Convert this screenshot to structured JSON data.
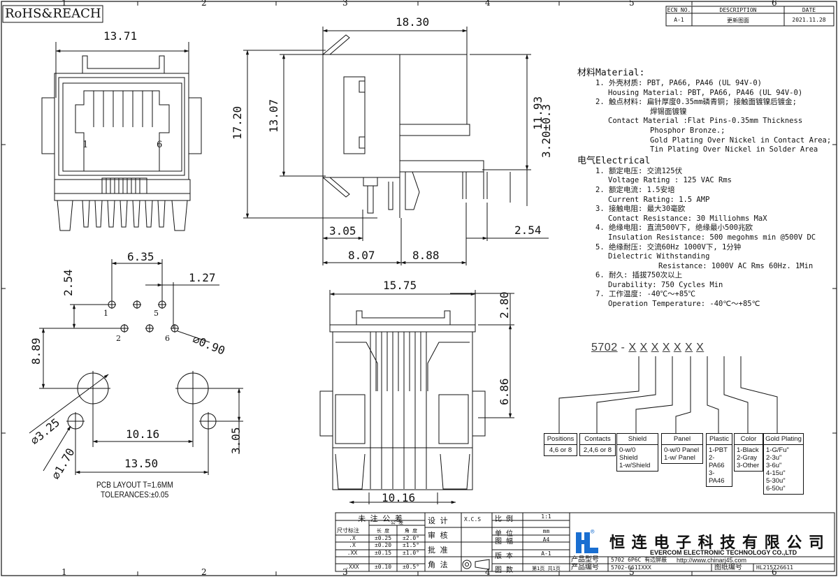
{
  "drawing": {
    "compliance": "RoHS&REACH",
    "ecn": {
      "headers": [
        "ECN NO.",
        "DESCRIPTION",
        "DATE"
      ],
      "row": [
        "A-1",
        "更新图面",
        "2021.11.28"
      ]
    },
    "zone_top": [
      "1",
      "2",
      "3",
      "4",
      "5",
      "6"
    ],
    "zone_bottom": [
      "1",
      "2",
      "3",
      "4",
      "5",
      "6"
    ]
  },
  "front_view": {
    "dim_width": "13.71",
    "pin_left": "1",
    "pin_right": "6"
  },
  "side_view": {
    "dim_length": "18.30",
    "dim_height": "17.20",
    "dim_body": "13.07",
    "dim_upper": "11.93",
    "dim_standoff": "3.20±0.3",
    "dim_305": "3.05",
    "dim_807": "8.07",
    "dim_888": "8.88",
    "dim_254": "2.54"
  },
  "pcb_layout": {
    "dim_635": "6.35",
    "dim_254": "2.54",
    "dim_127": "1.27",
    "dim_889": "8.89",
    "dim_hole": "⌀0.90",
    "dim_325": "⌀3.25",
    "dim_170": "⌀1.70",
    "dim_1016": "10.16",
    "dim_1350": "13.50",
    "dim_305": "3.05",
    "pins": [
      "1",
      "2",
      "5",
      "6"
    ],
    "note_title": "PCB LAYOUT  T=1.6MM",
    "note_tol": "TOLERANCES:±0.05"
  },
  "bottom_view": {
    "dim_width": "15.75",
    "dim_280": "2.80",
    "dim_686": "6.86",
    "dim_1016": "10.16"
  },
  "spec": {
    "material_title": "材料Material:",
    "m1_cn": "1. 外壳材质: PBT, PA66, PA46 (UL 94V-0)",
    "m1_en": "Housing Material: PBT, PA66, PA46 (UL 94V-0)",
    "m2_cn": "2. 触点材料: 扁针厚度0.35mm磷青铜; 接触面镀镍后镀金;",
    "m2_cn2": "焊锡面镀镍",
    "m2_en": "Contact Material :Flat Pins-0.35mm Thickness",
    "m2_en2": "Phosphor Bronze.;",
    "m2_en3": "Gold Plating Over Nickel in Contact Area;",
    "m2_en4": "Tin Plating Over Nickel in Solder Area",
    "electrical_title": "电气Electrical",
    "e1_cn": "1. 额定电压: 交流125伏",
    "e1_en": "Voltage Rating : 125 VAC Rms",
    "e2_cn": "2. 额定电流: 1.5安培",
    "e2_en": "Current Rating: 1.5 AMP",
    "e3_cn": "3. 接触电阻: 最大30毫欧",
    "e3_en": "Contact Resistance: 30 Milliohms MaX",
    "e4_cn": "4. 绝缘电阻: 直流500V下, 绝缘最小500兆欧",
    "e4_en": "Insulation Resistance: 500 megohms min @500V DC",
    "e5_cn": "5. 绝缘耐压: 交流60Hz 1000V下, 1分钟",
    "e5_en": "Dielectric Withstanding",
    "e5_en2": "Resistance: 1000V AC Rms 60Hz. 1Min",
    "e6_cn": "6. 耐久: 插拔750次以上",
    "e6_en": "Durability: 750 Cycles Min",
    "e7_cn": "7. 工作温度: -40℃～+85℃",
    "e7_en": "Operation Temperature: -40℃～+85℃"
  },
  "part_number": {
    "base": "5702",
    "sep": "-",
    "placeholders": [
      "X",
      "X",
      "X",
      "X",
      "X",
      "X",
      "X"
    ],
    "options": [
      {
        "title": "Positions",
        "values": [
          "4,6 or 8"
        ]
      },
      {
        "title": "Contacts",
        "values": [
          "2,4,6 or 8"
        ]
      },
      {
        "title": "Shield",
        "values": [
          "0-w/0 Shield",
          "1-w/Shield"
        ]
      },
      {
        "title": "Panel",
        "values": [
          "0-w/0 Panel",
          "1-w/ Panel"
        ]
      },
      {
        "title": "Plastic",
        "values": [
          "1-PBT",
          "2-PA66",
          "3-PA46"
        ]
      },
      {
        "title": "Color",
        "values": [
          "1-Black",
          "2-Gray",
          "3-Other"
        ]
      },
      {
        "title": "Gold Plating",
        "values": [
          "1-G/Fu\"",
          "2-3u\"",
          "3-6u\"",
          "4-15u\"",
          "5-30u\"",
          "6-50u\""
        ]
      }
    ]
  },
  "title_block": {
    "tol_title": "未 注 公 差",
    "tol_sub": "公 差",
    "tol_col_len": "长 度",
    "tol_col_ang": "角 度",
    "tol_row_label": "尺寸标注",
    "tol_rows": [
      [
        ".X",
        "±0.25",
        "±2.0°"
      ],
      [
        ".X",
        "±0.20",
        "±1.5°"
      ],
      [
        ".XX",
        "±0.15",
        "±1.0°"
      ],
      [
        ".XXX",
        "±0.10",
        "±0.5°"
      ]
    ],
    "design": "设 计",
    "designer": "X.C.S",
    "review": "审 核",
    "approve": "批 准",
    "angle": "角 法",
    "scale_label": "比 例",
    "scale_value": "1:1",
    "unit_label": "单 位",
    "unit_value": "mm",
    "size_label": "图 幅",
    "size_value": "A4",
    "version_label": "版 本",
    "version_value": "A-1",
    "sheets_label": "图 数",
    "sheets_value": "第1页 共1页",
    "company_cn": "恒 连 电 子 科 技 有 限 公 司",
    "company_en": "EVERCOM ELECTRONIC TECHNOLOGY CO.,LTD",
    "url": "http://www.chinarj45.com",
    "product_type_label": "产品型号",
    "product_type_value": "5702 6P6C 有边屏蔽",
    "product_no_label": "产品编号",
    "product_no_value": "5702-661IXXX",
    "drawing_no_label": "图纸编号",
    "drawing_no_value": "HL215726611",
    "logo_letter": "H",
    "logo_reg": "®"
  },
  "colors": {
    "ink": "#111111",
    "logo_blue": "#1a6fd1",
    "pn_gray": "#3a3a3a"
  }
}
